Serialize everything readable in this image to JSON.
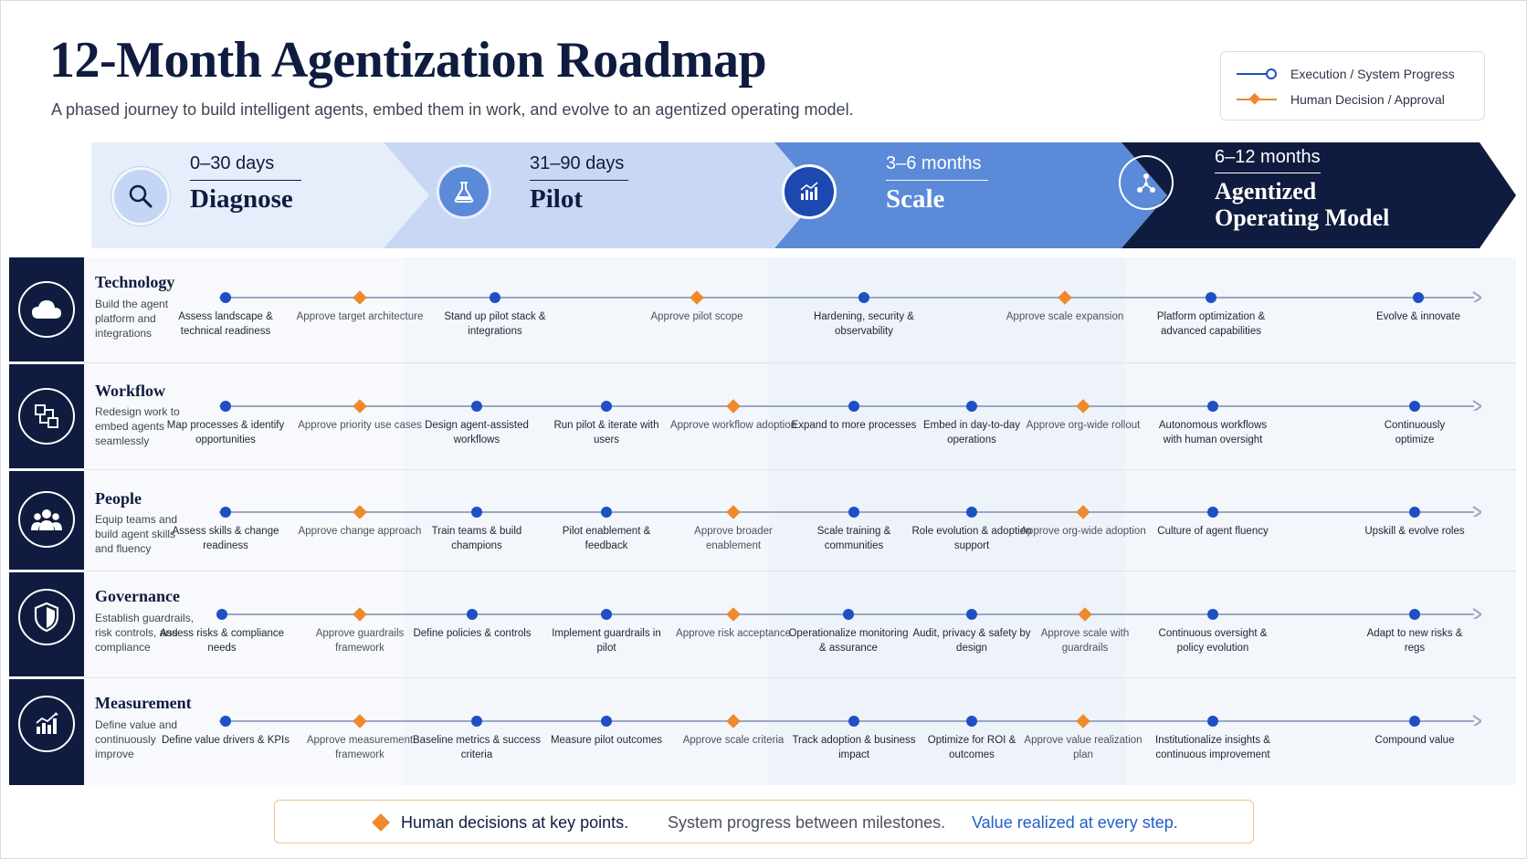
{
  "title": "12-Month Agentization Roadmap",
  "subtitle": "A phased journey to build intelligent agents, embed them in work, and evolve to an agentized operating model.",
  "legend": {
    "execution": "Execution / System Progress",
    "decision": "Human Decision / Approval"
  },
  "colors": {
    "navy": "#0f1c3f",
    "execution_blue": "#1f4fc4",
    "decision_orange": "#ee8a2c",
    "link_blue": "#1f5fc7"
  },
  "phases": [
    {
      "days": "0–30 days",
      "name": "Diagnose",
      "icon": "magnifier-icon"
    },
    {
      "days": "31–90 days",
      "name": "Pilot",
      "icon": "flask-icon"
    },
    {
      "days": "3–6 months",
      "name": "Scale",
      "icon": "bar-chart-growth-icon"
    },
    {
      "days": "6–12 months",
      "name": "Agentized Operating Model",
      "name_line1": "Agentized",
      "name_line2": "Operating Model",
      "icon": "network-nodes-icon"
    }
  ],
  "lanes": [
    {
      "title": "Technology",
      "desc": "Build the agent platform and integrations",
      "icon": "cloud-icon",
      "milestones": [
        {
          "type": "execution",
          "label": "Assess landscape & technical readiness"
        },
        {
          "type": "decision",
          "label": "Approve target architecture"
        },
        {
          "type": "execution",
          "label": "Stand up pilot stack & integrations"
        },
        {
          "type": "decision",
          "label": "Approve pilot scope"
        },
        {
          "type": "execution",
          "label": "Hardening, security & observability"
        },
        {
          "type": "decision",
          "label": "Approve scale expansion"
        },
        {
          "type": "execution",
          "label": "Platform optimization & advanced capabilities"
        },
        {
          "type": "execution",
          "label": "Evolve & innovate"
        }
      ]
    },
    {
      "title": "Workflow",
      "desc": "Redesign work to embed agents seamlessly",
      "icon": "workflow-icon",
      "milestones": [
        {
          "type": "execution",
          "label": "Map processes & identify opportunities"
        },
        {
          "type": "decision",
          "label": "Approve priority use cases"
        },
        {
          "type": "execution",
          "label": "Design agent-assisted workflows"
        },
        {
          "type": "execution",
          "label": "Run pilot & iterate with users"
        },
        {
          "type": "decision",
          "label": "Approve workflow adoption"
        },
        {
          "type": "execution",
          "label": "Expand to more processes"
        },
        {
          "type": "execution",
          "label": "Embed in day-to-day operations"
        },
        {
          "type": "decision",
          "label": "Approve org-wide rollout"
        },
        {
          "type": "execution",
          "label": "Autonomous workflows with human oversight"
        },
        {
          "type": "execution",
          "label": "Continuously optimize"
        }
      ]
    },
    {
      "title": "People",
      "desc": "Equip teams and build agent skills and fluency",
      "icon": "people-group-icon",
      "milestones": [
        {
          "type": "execution",
          "label": "Assess skills & change readiness"
        },
        {
          "type": "decision",
          "label": "Approve change approach"
        },
        {
          "type": "execution",
          "label": "Train teams & build champions"
        },
        {
          "type": "execution",
          "label": "Pilot enablement & feedback"
        },
        {
          "type": "decision",
          "label": "Approve broader enablement"
        },
        {
          "type": "execution",
          "label": "Scale training & communities"
        },
        {
          "type": "execution",
          "label": "Role evolution & adoption support"
        },
        {
          "type": "decision",
          "label": "Approve org-wide adoption"
        },
        {
          "type": "execution",
          "label": "Culture of agent fluency"
        },
        {
          "type": "execution",
          "label": "Upskill & evolve roles"
        }
      ]
    },
    {
      "title": "Governance",
      "desc": "Establish guardrails, risk controls, and compliance",
      "icon": "shield-icon",
      "milestones": [
        {
          "type": "execution",
          "label": "Assess risks & compliance needs"
        },
        {
          "type": "decision",
          "label": "Approve guardrails framework"
        },
        {
          "type": "execution",
          "label": "Define policies & controls"
        },
        {
          "type": "execution",
          "label": "Implement guardrails in pilot"
        },
        {
          "type": "decision",
          "label": "Approve risk acceptance"
        },
        {
          "type": "execution",
          "label": "Operationalize monitoring & assurance"
        },
        {
          "type": "execution",
          "label": "Audit, privacy & safety by design"
        },
        {
          "type": "decision",
          "label": "Approve scale with guardrails"
        },
        {
          "type": "execution",
          "label": "Continuous oversight & policy evolution"
        },
        {
          "type": "execution",
          "label": "Adapt to new risks & regs"
        }
      ]
    },
    {
      "title": "Measurement",
      "desc": "Define value and continuously improve",
      "icon": "bar-chart-icon",
      "milestones": [
        {
          "type": "execution",
          "label": "Define value drivers & KPIs"
        },
        {
          "type": "decision",
          "label": "Approve measurement framework"
        },
        {
          "type": "execution",
          "label": "Baseline metrics & success criteria"
        },
        {
          "type": "execution",
          "label": "Measure pilot outcomes"
        },
        {
          "type": "decision",
          "label": "Approve scale criteria"
        },
        {
          "type": "execution",
          "label": "Track adoption & business impact"
        },
        {
          "type": "execution",
          "label": "Optimize for ROI & outcomes"
        },
        {
          "type": "decision",
          "label": "Approve value realization plan"
        },
        {
          "type": "execution",
          "label": "Institutionalize insights & continuous improvement"
        },
        {
          "type": "execution",
          "label": "Compound value"
        }
      ]
    }
  ],
  "footer": {
    "decision": "Human decisions at key points.",
    "progress": "System progress between milestones.",
    "value": "Value realized at every step."
  }
}
